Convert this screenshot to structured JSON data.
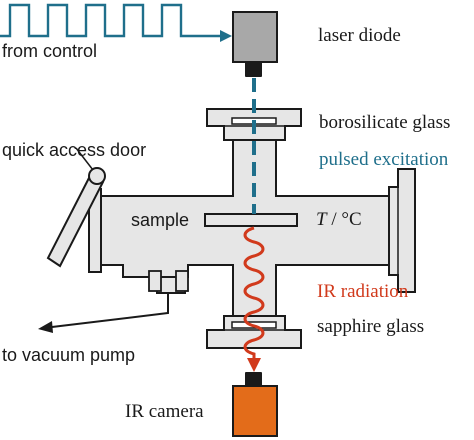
{
  "labels": {
    "from_control": "from control",
    "laser_diode": "laser diode",
    "borosilicate_glass": "borosilicate glass",
    "quick_access_door": "quick access door",
    "pulsed_excitation": "pulsed excitation",
    "sample": "sample",
    "temperature_symbol": "T",
    "temperature_unit": " / °C",
    "ir_radiation": "IR radiation",
    "sapphire_glass": "sapphire glass",
    "to_vacuum_pump": "to vacuum pump",
    "ir_camera": "IR camera"
  },
  "colors": {
    "chamber_fill": "#e6e6e6",
    "outline": "#1a1a1a",
    "laser_body": "#a8a8a8",
    "camera_body": "#e36c1a",
    "lens": "#1a1a1a",
    "control_signal": "#1f6f8b",
    "excitation_beam": "#1f6f8b",
    "ir_wave": "#d13a1c"
  }
}
